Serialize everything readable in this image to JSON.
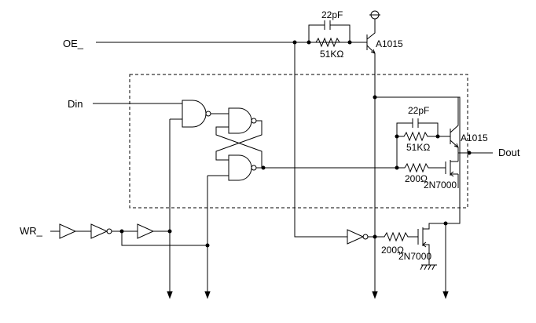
{
  "schematic": {
    "signals": {
      "oe": "OE_",
      "din": "Din",
      "wr": "WR_",
      "dout": "Dout"
    },
    "components": {
      "cap_top": "22pF",
      "res_top": "51KΩ",
      "q_top": "A1015",
      "cap_inner": "22pF",
      "res_inner": "51KΩ",
      "q_inner": "A1015",
      "res_nmos_inner": "200Ω",
      "nmos_inner": "2N7000",
      "res_nmos_bottom": "200Ω",
      "nmos_bottom": "2N7000"
    }
  }
}
